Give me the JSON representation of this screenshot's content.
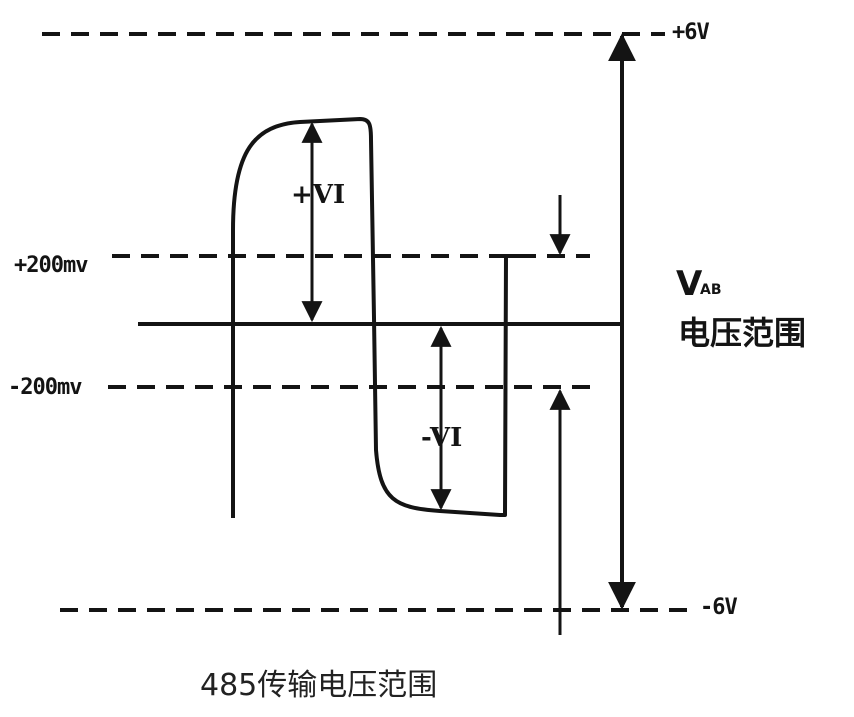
{
  "labels": {
    "plus_6v": "+6V",
    "minus_6v": "-6V",
    "plus_200mv": "+200mv",
    "minus_200mv": "-200mv",
    "plus_vi": "+VI",
    "minus_vi": "-VI",
    "vab_main": "V",
    "vab_sub": "AB",
    "vab_range": "电压范围"
  },
  "caption": "485传输电压范围",
  "colors": {
    "stroke": "#141414"
  }
}
